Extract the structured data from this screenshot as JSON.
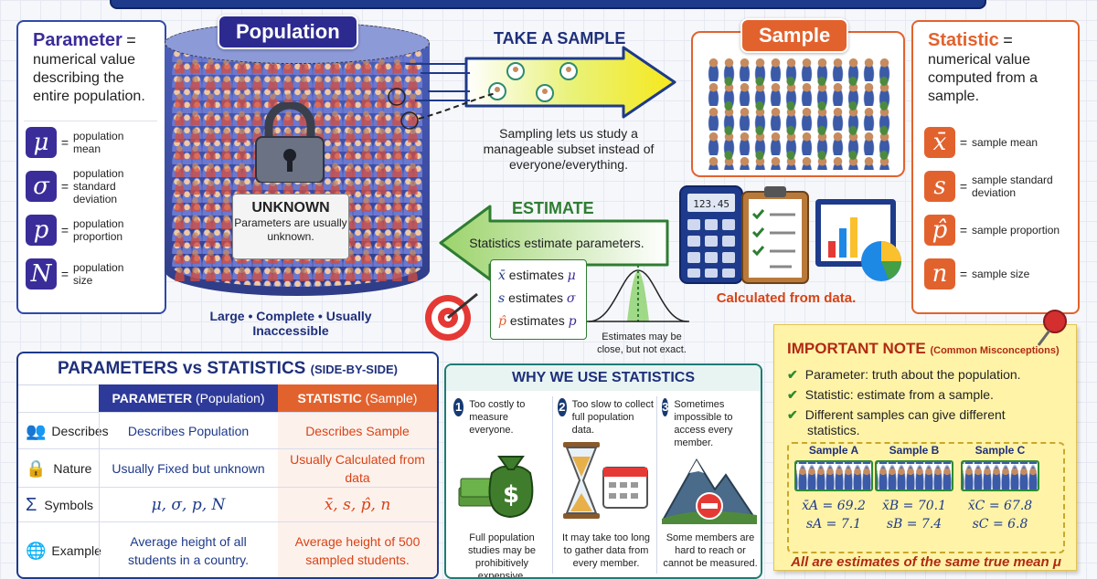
{
  "parameter": {
    "term": "Parameter",
    "eq": "=",
    "definition": "numerical value describing the entire population.",
    "symbols": [
      {
        "sym": "μ",
        "eq": "=",
        "label": "population mean"
      },
      {
        "sym": "σ",
        "eq": "=",
        "label": "population standard deviation"
      },
      {
        "sym": "p",
        "eq": "=",
        "label": "population proportion"
      },
      {
        "sym": "N",
        "eq": "=",
        "label": "population size"
      }
    ],
    "color": "#3a2d99"
  },
  "population": {
    "title": "Population",
    "unknown_title": "UNKNOWN",
    "unknown_text": "Parameters are usually unknown.",
    "caption": "Large • Complete • Usually Inaccessible"
  },
  "take_sample": {
    "label": "TAKE A SAMPLE",
    "caption": "Sampling lets us study a manageable subset instead of everyone/everything."
  },
  "sample": {
    "title": "Sample"
  },
  "estimate": {
    "label": "ESTIMATE",
    "caption": "Statistics estimate parameters.",
    "lines": [
      {
        "stat": "x̄",
        "word": "estimates",
        "param": "μ"
      },
      {
        "stat": "s",
        "word": "estimates",
        "param": "σ"
      },
      {
        "stat": "p̂",
        "word": "estimates",
        "param": "p"
      }
    ],
    "curve_note": "Estimates may be close, but not exact."
  },
  "calculated": {
    "caption": "Calculated from data.",
    "calc_display": "123.45"
  },
  "statistic": {
    "term": "Statistic",
    "eq": "=",
    "definition": "numerical value computed from a sample.",
    "symbols": [
      {
        "sym": "x̄",
        "eq": "=",
        "label": "sample mean"
      },
      {
        "sym": "s",
        "eq": "=",
        "label": "sample standard deviation"
      },
      {
        "sym": "p̂",
        "eq": "=",
        "label": "sample proportion"
      },
      {
        "sym": "n",
        "eq": "=",
        "label": "sample size"
      }
    ],
    "color": "#e2622e"
  },
  "comparison": {
    "title": "PARAMETERS vs STATISTICS",
    "title_suffix": "(SIDE-BY-SIDE)",
    "col_param": "PARAMETER",
    "col_param_sub": "(Population)",
    "col_stat": "STATISTIC",
    "col_stat_sub": "(Sample)",
    "rows": [
      {
        "label": "Describes",
        "param": "Describes Population",
        "stat": "Describes Sample"
      },
      {
        "label": "Nature",
        "param": "Usually Fixed but unknown",
        "stat": "Usually Calculated from data"
      },
      {
        "label": "Symbols",
        "param": "μ, σ, p, N",
        "stat": "x̄, s, p̂, n"
      },
      {
        "label": "Example",
        "param": "Average height of all students in a country.",
        "stat": "Average height of 500 sampled students."
      }
    ]
  },
  "why": {
    "title": "WHY WE USE STATISTICS",
    "items": [
      {
        "num": "1",
        "heading": "Too costly to measure everyone.",
        "footer": "Full population studies may be prohibitively expensive."
      },
      {
        "num": "2",
        "heading": "Too slow to collect full population data.",
        "footer": "It may take too long to gather data from every member."
      },
      {
        "num": "3",
        "heading": "Sometimes impossible to access every member.",
        "footer": "Some members are hard to reach or cannot be measured."
      }
    ]
  },
  "note": {
    "title": "IMPORTANT NOTE",
    "title_sub": "(Common Misconceptions)",
    "checks": [
      "Parameter: truth about the population.",
      "Statistic: estimate from a sample.",
      "Different samples can give different statistics."
    ],
    "samples": [
      {
        "name": "Sample A",
        "mean": "x̄A = 69.2",
        "sd": "sA = 7.1"
      },
      {
        "name": "Sample B",
        "mean": "x̄B = 70.1",
        "sd": "sB = 7.4"
      },
      {
        "name": "Sample C",
        "mean": "x̄C = 67.8",
        "sd": "sC = 6.8"
      }
    ],
    "footer": "All are estimates of the same true mean μ"
  }
}
